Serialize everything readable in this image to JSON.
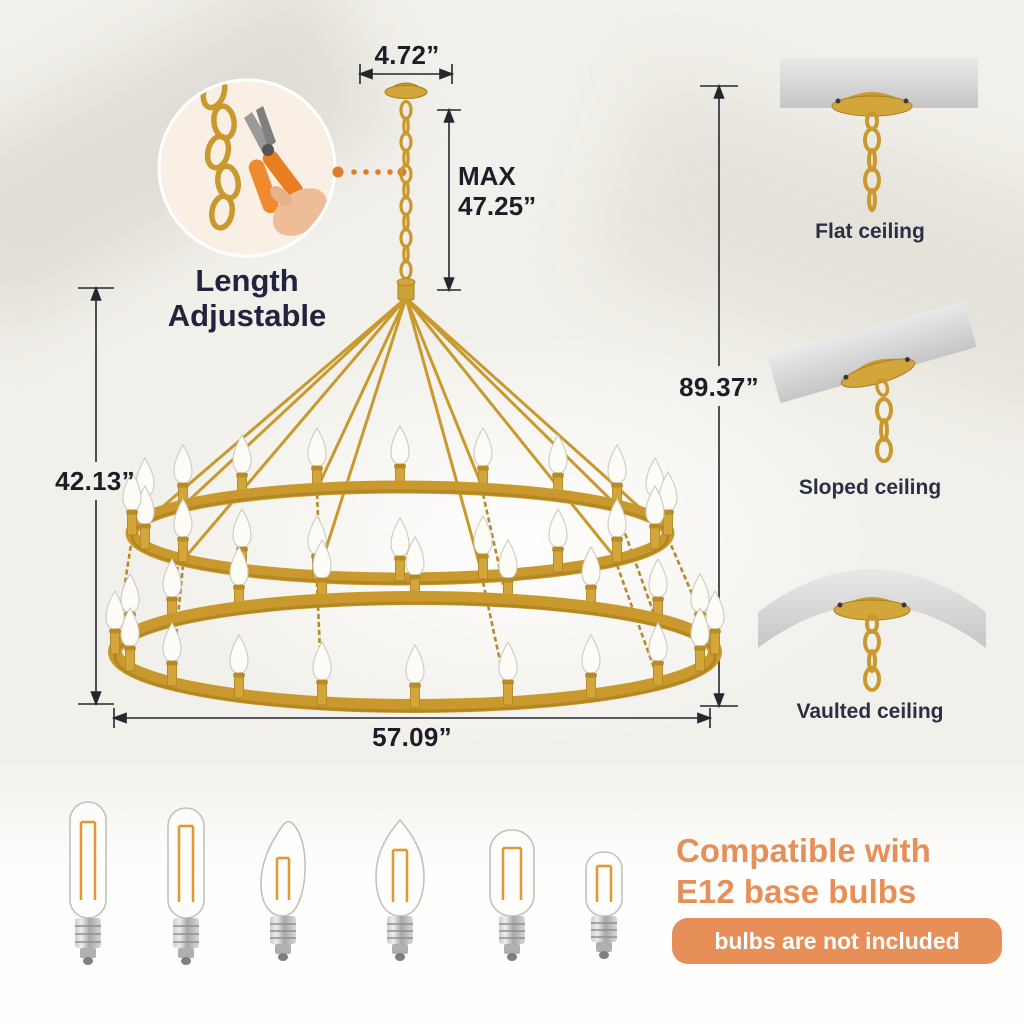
{
  "dimensions": {
    "canopy_width": "4.72”",
    "chain_max_line1": "MAX",
    "chain_max_line2": "47.25”",
    "fixture_height": "42.13”",
    "total_height": "89.37”",
    "diameter": "57.09”"
  },
  "adjustable": {
    "line1": "Length",
    "line2": "Adjustable"
  },
  "ceiling_options": [
    {
      "label": "Flat ceiling"
    },
    {
      "label": "Sloped ceiling"
    },
    {
      "label": "Vaulted ceiling"
    }
  ],
  "bulbs": {
    "compatible_line1": "Compatible with",
    "compatible_line2": "E12 base bulbs",
    "note_badge": "bulbs are not included"
  },
  "colors": {
    "gold": "#c9992e",
    "gold_light": "#d2a63a",
    "accent_orange": "#e78f58",
    "text_dark": "#20243f"
  }
}
